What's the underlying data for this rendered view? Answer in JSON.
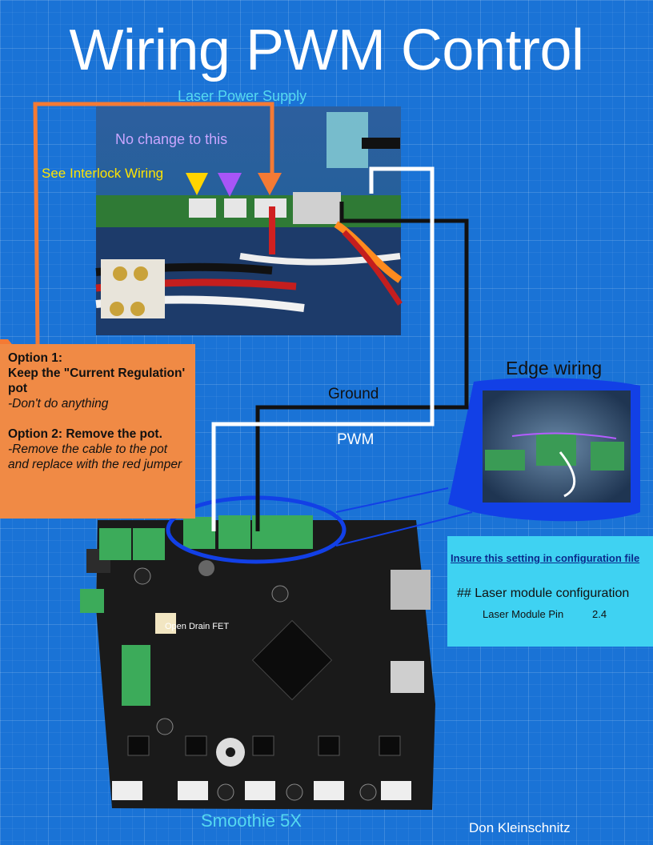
{
  "title": "Wiring PWM Control",
  "labels": {
    "laser_power_supply": "Laser Power Supply",
    "no_change": "No change to this",
    "interlock": "See Interlock Wiring",
    "ground": "Ground",
    "pwm": "PWM",
    "edge_wiring": "Edge wiring",
    "smoothie": "Smoothie 5X",
    "author": "Don Kleinschnitz",
    "open_drain_fet": "Open Drain FET"
  },
  "options": {
    "opt1_head": "Option 1:",
    "opt1_line2": "Keep the \"Current Regulation' pot",
    "opt1_note": "-Don't do anything",
    "opt2_head": "Option 2: Remove the pot.",
    "opt2_note": "-Remove the cable to the pot and replace with the red jumper"
  },
  "config": {
    "heading": "Insure this setting in configuration file",
    "line1": "## Laser module configuration",
    "line2": "Laser Module Pin",
    "pin_value": "2.4"
  },
  "colors": {
    "background": "#1a73d6",
    "orange": "#f08a45",
    "arrow_yellow": "#ffd400",
    "arrow_purple": "#a855f7",
    "arrow_orange": "#f47a34",
    "config_box": "#3fd2f2"
  }
}
